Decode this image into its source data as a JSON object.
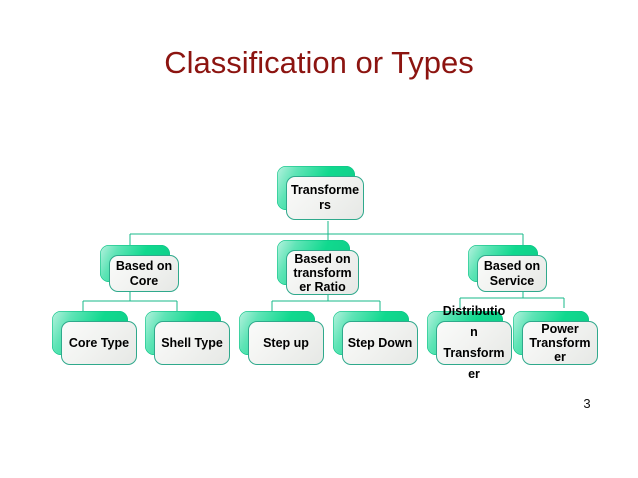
{
  "slide": {
    "title": "Classification or Types",
    "page_number": "3",
    "background_color": "#ffffff",
    "title_color": "#8C1410",
    "node_accent_color": "#10D98E",
    "node_face_color": "#F2F3F1",
    "node_border_color": "#2FA98C",
    "connector_color": "#17B98A"
  },
  "diagram": {
    "type": "tree",
    "root": {
      "label": "Transformers"
    },
    "level2": [
      {
        "label": "Based on Core"
      },
      {
        "label": "Based on transformer Ratio"
      },
      {
        "label": "Based on Service"
      }
    ],
    "level3": [
      {
        "label": "Core Type",
        "parent": "Based on Core"
      },
      {
        "label": "Shell Type",
        "parent": "Based on Core"
      },
      {
        "label": "Step up",
        "parent": "Based on transformer Ratio"
      },
      {
        "label": "Step Down",
        "parent": "Based on transformer Ratio"
      },
      {
        "label": "Distribution Transformer",
        "parent": "Based on Service"
      },
      {
        "label": "Power Transformer",
        "parent": "Based on Service"
      }
    ]
  }
}
